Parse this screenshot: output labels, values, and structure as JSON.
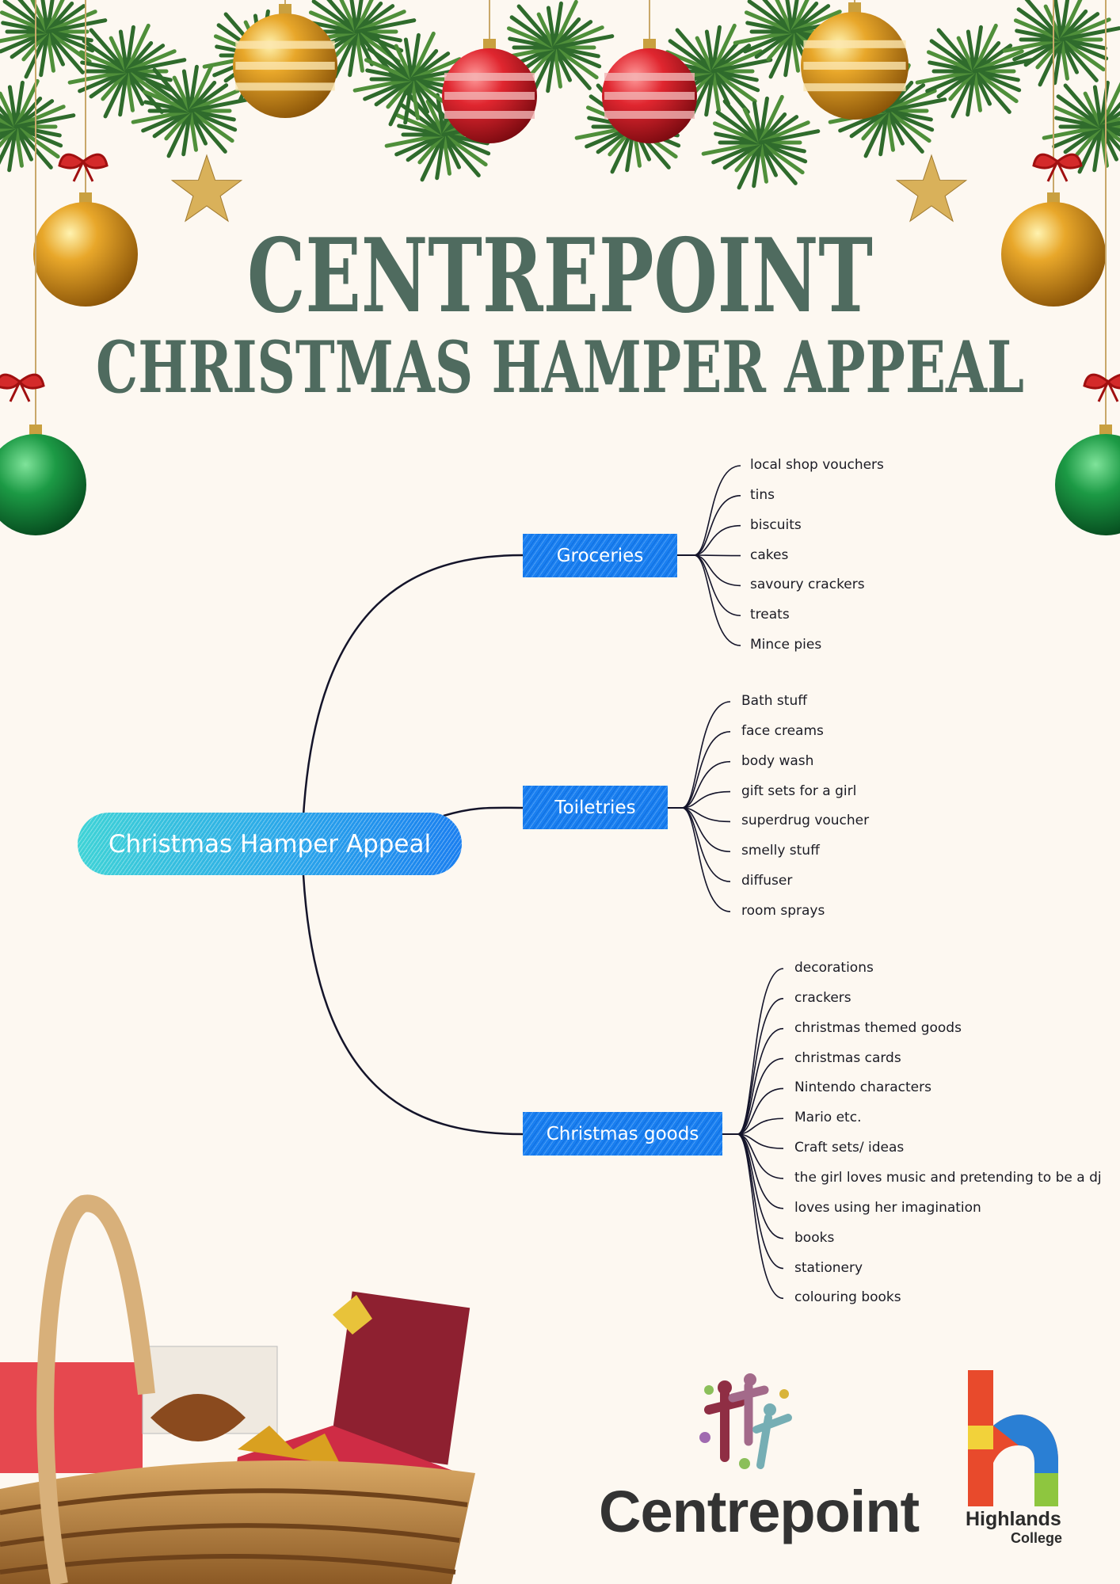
{
  "header": {
    "title": "CENTREPOINT",
    "subtitle": "CHRISTMAS HAMPER APPEAL"
  },
  "colors": {
    "title": "#4f6b5f",
    "branch_node": "#1a7ff0",
    "line": "#14142a",
    "background": "#fdf8f1"
  },
  "mindmap": {
    "center": "Christmas Hamper Appeal",
    "branches": [
      {
        "label": "Groceries",
        "items": [
          "local shop vouchers",
          "tins",
          "biscuits",
          "cakes",
          "savoury crackers",
          "treats",
          "Mince pies"
        ]
      },
      {
        "label": "Toiletries",
        "items": [
          "Bath stuff",
          "face creams",
          "body wash",
          "gift sets for a girl",
          "superdrug voucher",
          "smelly stuff",
          "diffuser",
          "room sprays"
        ]
      },
      {
        "label": "Christmas goods",
        "items": [
          "decorations",
          "crackers",
          "christmas themed goods",
          "christmas cards",
          "Nintendo characters",
          "Mario etc.",
          "Craft sets/ ideas",
          "the girl loves music and pretending to be a dj",
          "loves using her imagination",
          "books",
          "stationery",
          "colouring books"
        ]
      }
    ]
  },
  "logos": {
    "centrepoint": "Centrepoint",
    "highlands_line1": "Highlands",
    "highlands_line2": "College"
  }
}
